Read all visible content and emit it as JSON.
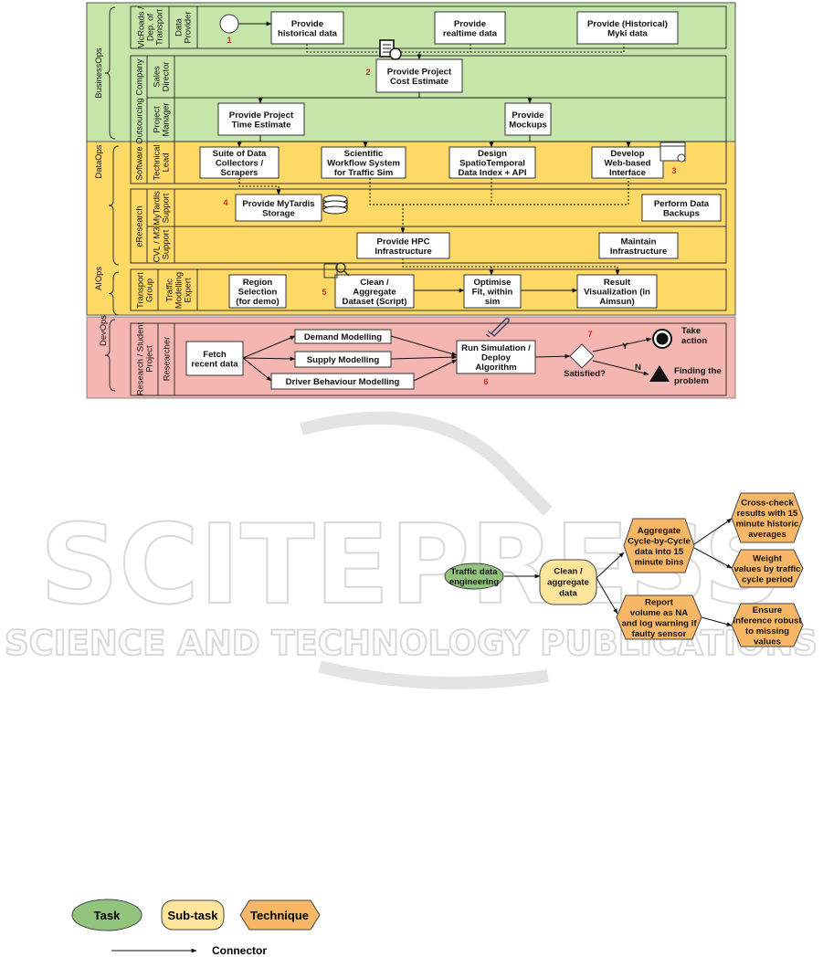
{
  "colors": {
    "businessops": "#c6e6a9",
    "dataops": "#ffd966",
    "devops": "#f5b5b0",
    "task": "#93c47d",
    "subtask": "#ffe59c",
    "technique": "#f7b766"
  },
  "groups": {
    "businessops": "BusinessOps",
    "dataops": "DataOps",
    "aiops": "AIOps",
    "devops": "DevOps"
  },
  "pools": {
    "vicroads": {
      "org": [
        "VicRoads /",
        "Dep. of",
        "Transport"
      ],
      "role": [
        "Data",
        "Provider"
      ]
    },
    "software": {
      "org": [
        "Software Outsourcing Company"
      ],
      "sales": [
        "Sales",
        "Director"
      ],
      "pm": [
        "Project",
        "Manager"
      ],
      "tl": [
        "Technical",
        "Lead"
      ]
    },
    "eresearch": {
      "org": [
        "eResearch"
      ],
      "mytardis": [
        "MyTardis",
        "Support"
      ],
      "cvl": [
        "CVL / M3",
        "Support"
      ]
    },
    "transport": {
      "org": [
        "Transport",
        "Group"
      ],
      "role": [
        "Traffic",
        "Modelling",
        "Expert"
      ]
    },
    "research": {
      "org": [
        "Research / Student",
        "Project"
      ],
      "role": [
        "Researcher"
      ]
    }
  },
  "tasks": {
    "hist": [
      "Provide",
      "historical data"
    ],
    "realtime": [
      "Provide",
      "realtime data"
    ],
    "myki": [
      "Provide (Historical)",
      "Myki data"
    ],
    "cost": [
      "Provide Project",
      "Cost Estimate"
    ],
    "time": [
      "Provide Project",
      "Time Estimate"
    ],
    "mockups": [
      "Provide",
      "Mockups"
    ],
    "suite": [
      "Suite of Data",
      "Collectors /",
      "Scrapers"
    ],
    "workflow": [
      "Scientific",
      "Workflow System",
      "for Traffic Sim"
    ],
    "design": [
      "Design",
      "SpatioTemporal",
      "Data Index + API"
    ],
    "web": [
      "Develop",
      "Web-based",
      "Interface"
    ],
    "mytardis": [
      "Provide MyTardis",
      "Storage"
    ],
    "backups": [
      "Perform Data",
      "Backups"
    ],
    "hpc": [
      "Provide HPC",
      "Infrastructure"
    ],
    "maintain": [
      "Maintain",
      "Infrastructure"
    ],
    "region": [
      "Region",
      "Selection",
      "(for demo)"
    ],
    "clean": [
      "Clean /",
      "Aggregate",
      "Dataset (Script)"
    ],
    "optimise": [
      "Optimise",
      "Fit, within",
      "sim"
    ],
    "result": [
      "Result",
      "Visualization (in",
      "Aimsun)"
    ],
    "fetch": [
      "Fetch",
      "recent data"
    ],
    "demand": [
      "Demand Modelling"
    ],
    "supply": [
      "Supply Modelling"
    ],
    "driver": [
      "Driver Behaviour Modelling"
    ],
    "run": [
      "Run Simulation /",
      "Deploy",
      "Algorithm"
    ]
  },
  "markers": {
    "m1": "1",
    "m2": "2",
    "m3": "3",
    "m4": "4",
    "m5": "5",
    "m6": "6",
    "m7": "7"
  },
  "decision": {
    "label": "Satisfied?",
    "yes": "Y",
    "no": "N",
    "take": [
      "Take",
      "action"
    ],
    "find": [
      "Finding the",
      "problem"
    ]
  },
  "tree": {
    "task": [
      "Traffic data",
      "engineering"
    ],
    "subtask": [
      "Clean /",
      "aggregate",
      "data"
    ],
    "aggregate": [
      "Aggregate",
      "Cycle-by-Cycle",
      "data into 15",
      "minute bins"
    ],
    "report": [
      "Report",
      "volume as NA",
      "and log warning if",
      "faulty sensor"
    ],
    "crosscheck": [
      "Cross-check",
      "results with 15",
      "minute historic",
      "averages"
    ],
    "weight": [
      "Weight",
      "values by traffic",
      "cycle period"
    ],
    "ensure": [
      "Ensure",
      "inference robust",
      "to missing",
      "values"
    ]
  },
  "legend": {
    "task": "Task",
    "subtask": "Sub-task",
    "technique": "Technique",
    "connector": "Connector"
  },
  "watermark": {
    "main": "SCITEPRESS",
    "sub": "SCIENCE AND TECHNOLOGY PUBLICATIONS"
  }
}
